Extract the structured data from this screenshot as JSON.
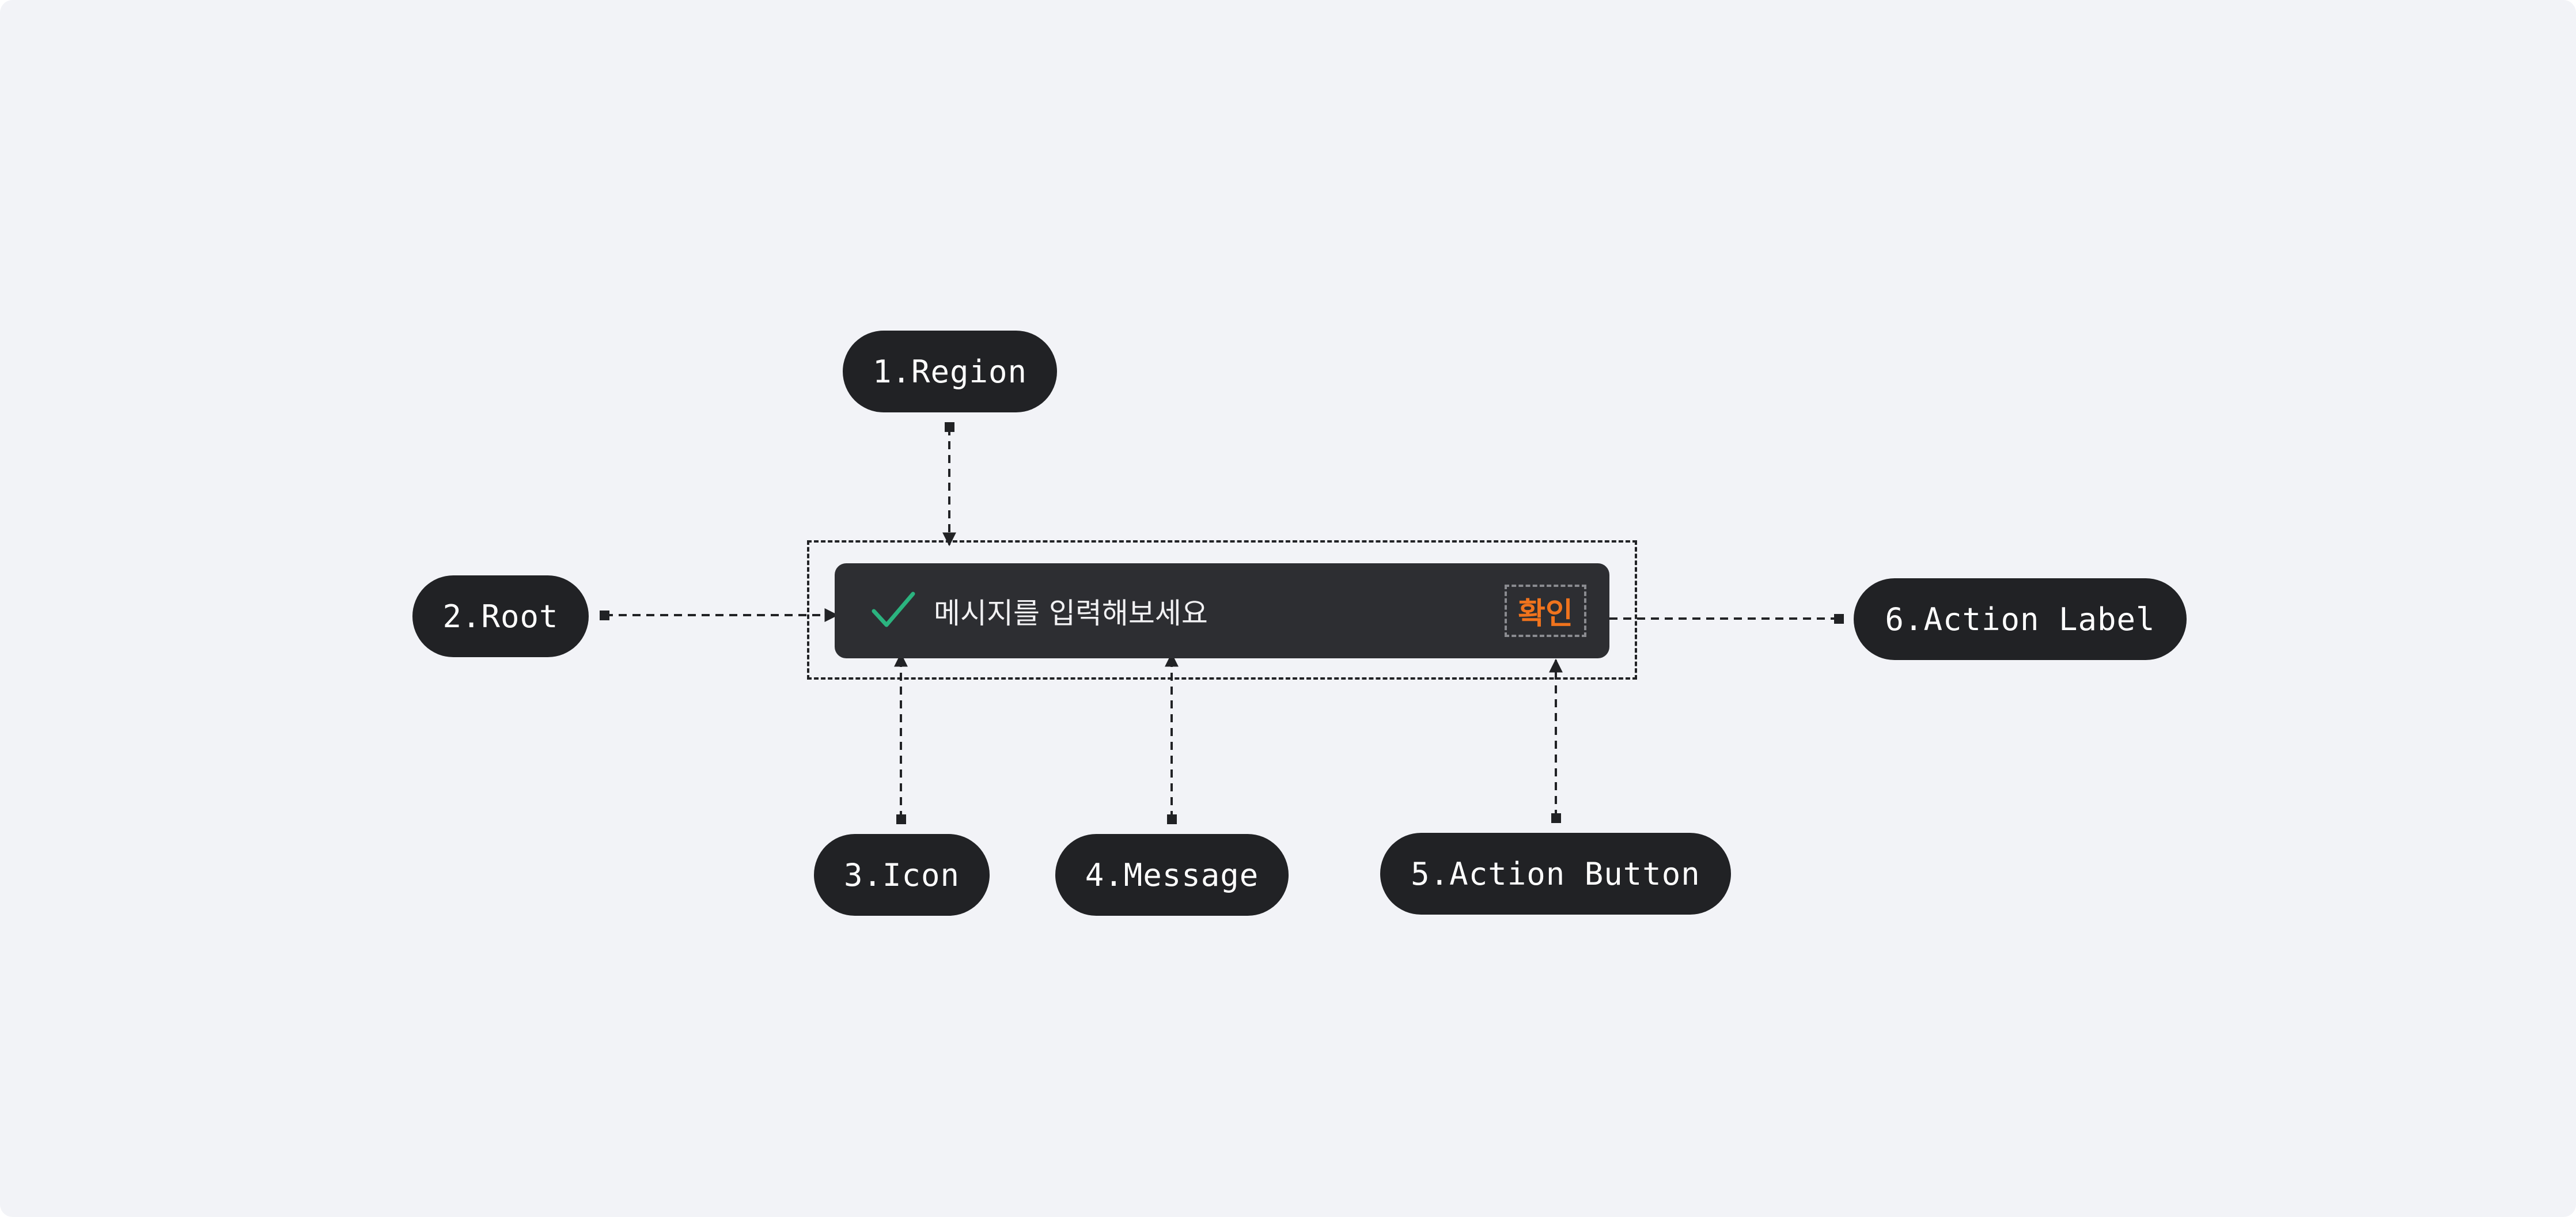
{
  "labels": {
    "region": "1.Region",
    "root": "2.Root",
    "icon": "3.Icon",
    "message": "4.Message",
    "action_button": "5.Action Button",
    "action_label": "6.Action Label"
  },
  "toast": {
    "icon": "checkmark-icon",
    "message": "메시지를 입력해보세요",
    "action_label": "확인"
  },
  "colors": {
    "background": "#f2f3f7",
    "pill": "#212225",
    "toast": "#2d2e32",
    "checkmark": "#2bb37f",
    "action_label": "#f0731d",
    "connector": "#212225"
  }
}
